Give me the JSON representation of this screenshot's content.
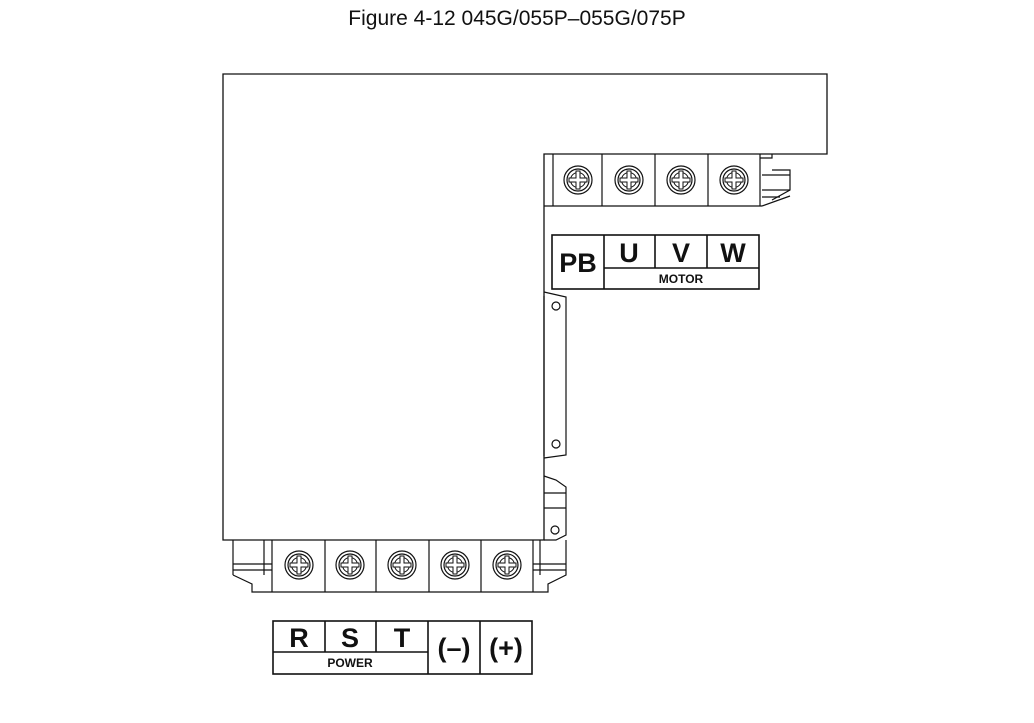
{
  "figure": {
    "caption": "Figure 4-12 045G/055P–055G/075P"
  },
  "motor_label": {
    "pb": "PB",
    "u": "U",
    "v": "V",
    "w": "W",
    "group": "MOTOR"
  },
  "power_label": {
    "r": "R",
    "s": "S",
    "t": "T",
    "group": "POWER",
    "neg": "(–)",
    "pos": "(+)"
  },
  "icons": {
    "terminal_screw": "screw-terminal-icon"
  }
}
